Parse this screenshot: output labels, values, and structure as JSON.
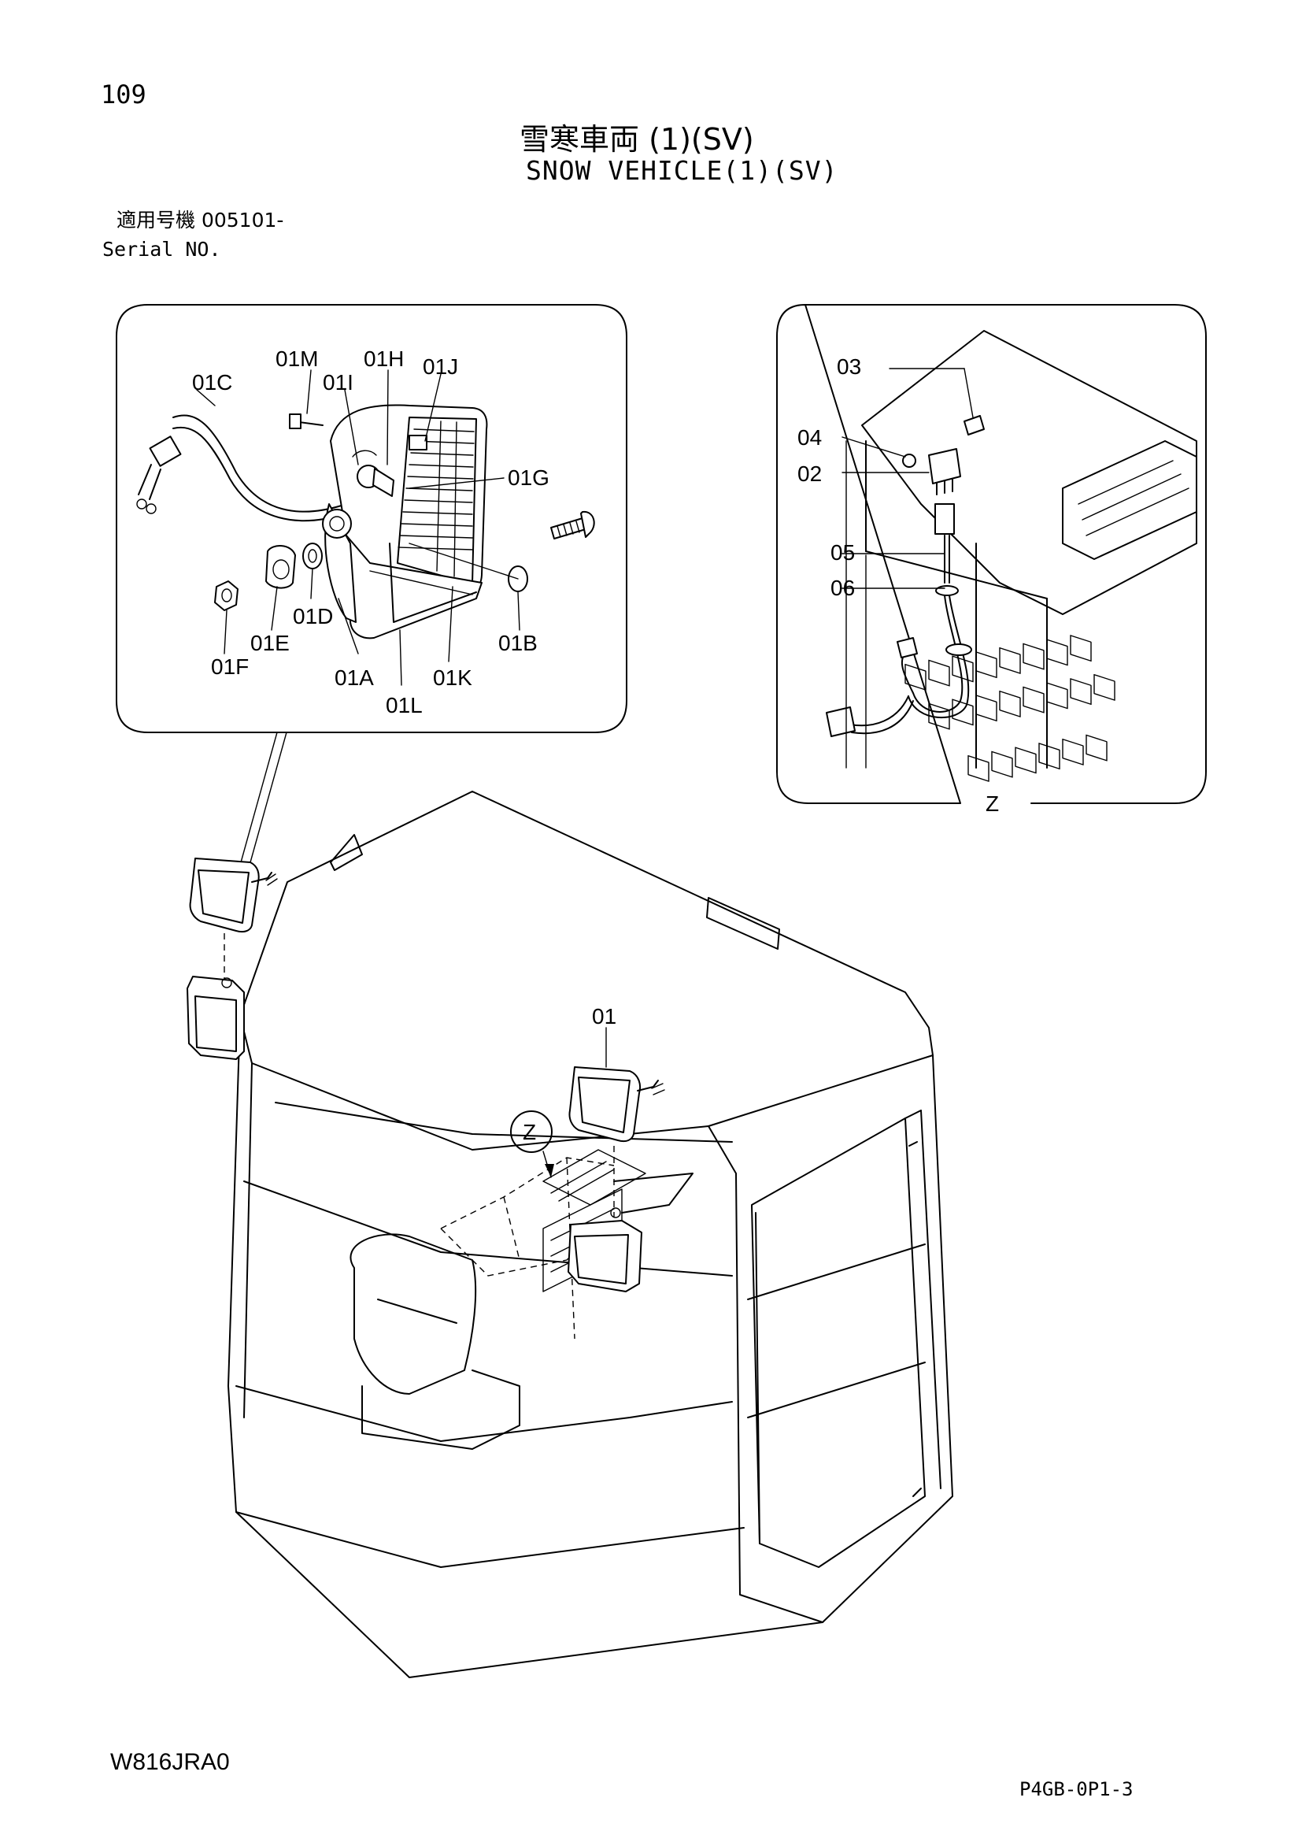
{
  "page_number": "109",
  "title": {
    "japanese": "雪寒車両 (1)(SV)",
    "english": "SNOW VEHICLE(1)(SV)"
  },
  "serial": {
    "japanese_label": "適用号機 005101-",
    "english_label": "Serial NO."
  },
  "detail_lamp": {
    "labels": [
      "01C",
      "01M",
      "01I",
      "01H",
      "01J",
      "01G",
      "01D",
      "01E",
      "01F",
      "01A",
      "01L",
      "01K",
      "01B"
    ]
  },
  "detail_z": {
    "labels": [
      "03",
      "04",
      "02",
      "05",
      "06"
    ],
    "view_label": "Z"
  },
  "main_view": {
    "part_label": "01",
    "callout_label": "Z"
  },
  "footer": {
    "left_code": "W816JRA0",
    "right_code": "P4GB-0P1-3"
  }
}
